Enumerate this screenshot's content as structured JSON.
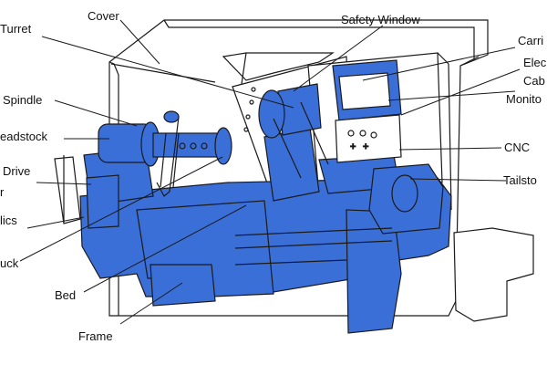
{
  "colors": {
    "machine_blue": "#3b6fd8",
    "outline": "#1a1a1a",
    "background": "#ffffff"
  },
  "labels": {
    "cover": "Cover",
    "turret": "Turret",
    "safety_window": "Safety Window",
    "carriage": "Carri",
    "electrical_cabinet_line1": "Elec",
    "electrical_cabinet_line2": "Cab",
    "monitor": "Monito",
    "spindle": "Spindle",
    "headstock": "eadstock",
    "cnc": "CNC",
    "drive": "Drive",
    "drive_line2": "r",
    "tailstock": "Tailsto",
    "hydraulics": "lics",
    "chuck": "uck",
    "bed": "Bed",
    "frame": "Frame"
  }
}
